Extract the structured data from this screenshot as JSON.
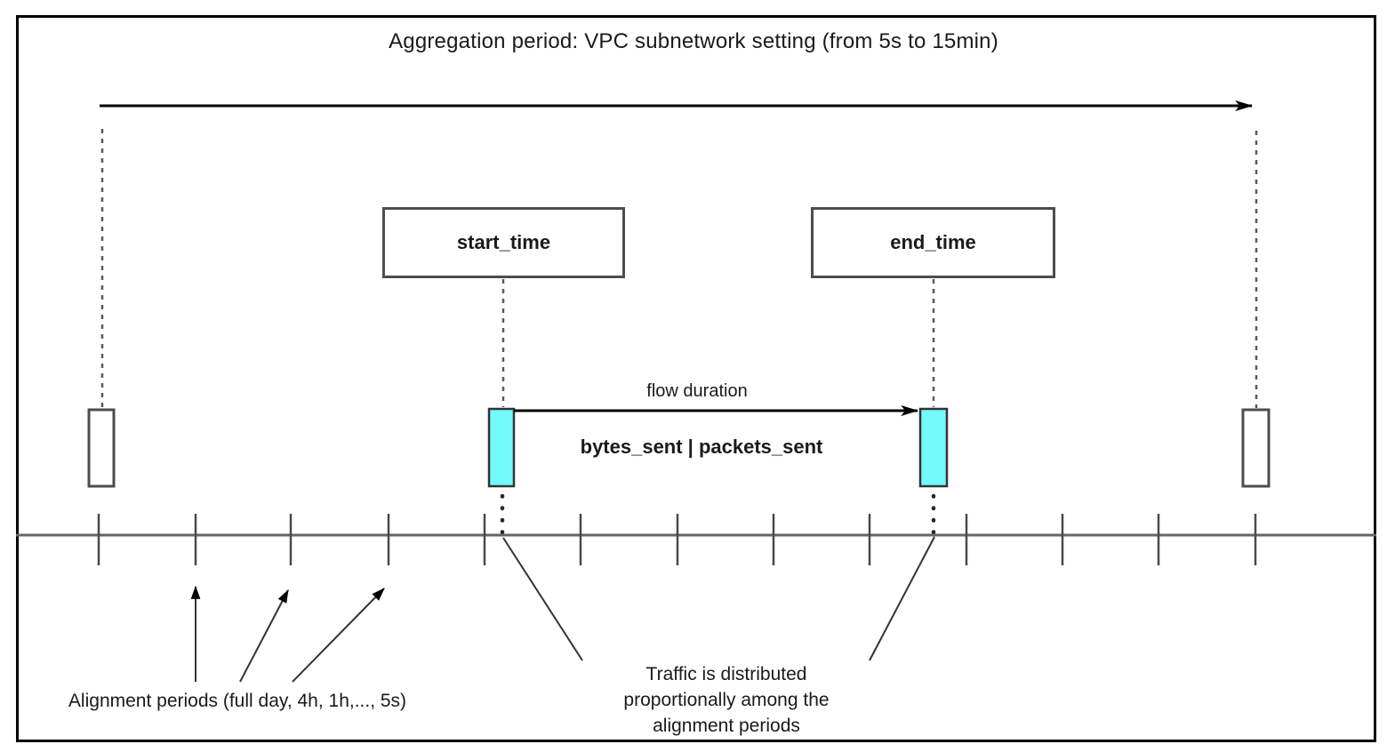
{
  "diagram": {
    "title": "Aggregation period: VPC subnetwork setting (from 5s to 15min)",
    "start_time_label": "start_time",
    "end_time_label": "end_time",
    "flow_duration_label": "flow duration",
    "flow_metrics_label": "bytes_sent | packets_sent",
    "alignment_periods_label": "Alignment periods (full day, 4h, 1h,..., 5s)",
    "traffic_note_lines": [
      "Traffic is distributed",
      "proportionally among the",
      "alignment periods"
    ],
    "colors": {
      "flow_interval_fill": "#73FAFA",
      "shape_stroke": "#4d4d4d",
      "timeline_stroke": "#666666",
      "arrow_stroke": "#000000",
      "text_color": "#1a1a1a",
      "frame_border": "#000000",
      "background": "#ffffff"
    }
  }
}
